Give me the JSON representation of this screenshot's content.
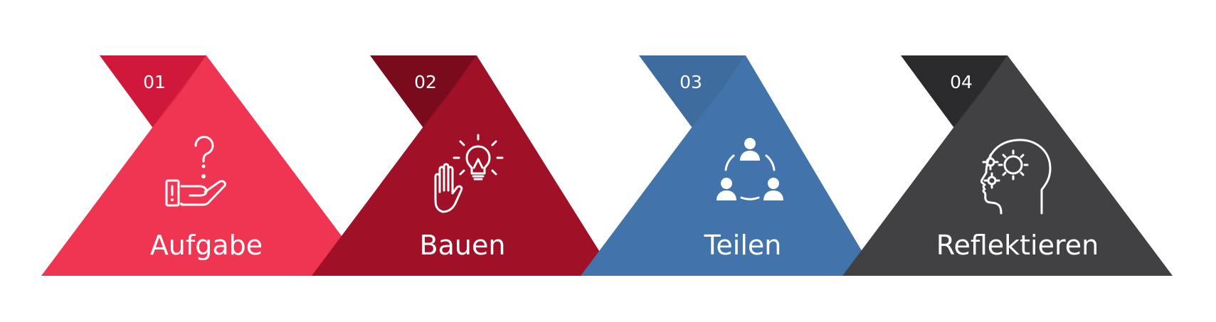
{
  "steps": [
    {
      "number": "01",
      "label": "Aufgabe",
      "icon": "hand-question-icon",
      "colors": {
        "main": "#ef3552",
        "flag": "#d0183a",
        "fold": "#b90f2f"
      }
    },
    {
      "number": "02",
      "label": "Bauen",
      "icon": "hand-lightbulb-icon",
      "colors": {
        "main": "#a01128",
        "flag": "#7a0b1d",
        "fold": "#6a0818"
      }
    },
    {
      "number": "03",
      "label": "Teilen",
      "icon": "people-cycle-icon",
      "colors": {
        "main": "#4273aa",
        "flag": "#3f6c9f",
        "fold": "#345f8f"
      }
    },
    {
      "number": "04",
      "label": "Reflektieren",
      "icon": "head-gears-icon",
      "colors": {
        "main": "#414143",
        "flag": "#2a2a2c",
        "fold": "#1e1e20"
      }
    }
  ]
}
